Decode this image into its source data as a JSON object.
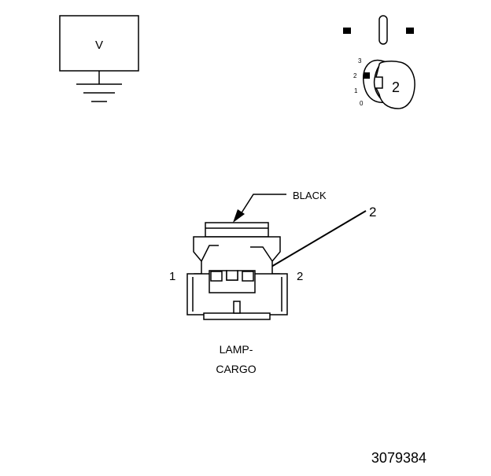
{
  "voltmeter": {
    "label": "V"
  },
  "key_switch": {
    "positions": [
      "3",
      "2",
      "1",
      "0"
    ],
    "key_number": "2"
  },
  "connector": {
    "color_label": "BLACK",
    "pin_left": "1",
    "pin_right": "2",
    "callout_number": "2",
    "name_line1": "LAMP-",
    "name_line2": "CARGO"
  },
  "figure_id": "3079384"
}
